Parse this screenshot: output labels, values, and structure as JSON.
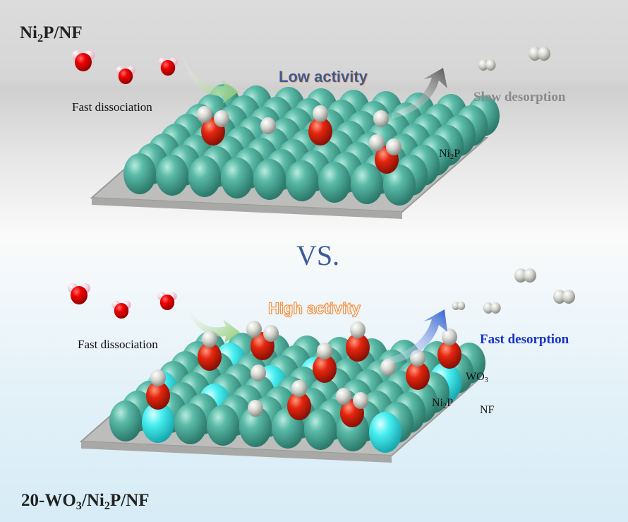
{
  "panels": {
    "top": {
      "title_main": "Ni",
      "title_sub": "2",
      "title_rest": "P/NF",
      "dissociation": "Fast dissociation",
      "activity": "Low activity",
      "desorption": "Slow desorption",
      "material_main": "Ni",
      "material_sub": "2",
      "material_rest": "P"
    },
    "comparison": "VS.",
    "bottom": {
      "title_a": "20-WO",
      "title_sub1": "3",
      "title_b": "/Ni",
      "title_sub2": "2",
      "title_c": "P/NF",
      "dissociation": "Fast dissociation",
      "activity": "High activity",
      "desorption": "Fast desorption",
      "wo3_main": "WO",
      "wo3_sub": "3",
      "ni2p_main": "Ni",
      "ni2p_sub": "2",
      "ni2p_rest": "P",
      "nf": "NF"
    }
  },
  "colors": {
    "ni2p_atom": "#4fae9c",
    "wo3_atom": "#3fe6ea",
    "oxygen": "#e0200e",
    "hydrogen": "#d9d9d4",
    "low_activity": "#3b5a95",
    "high_activity": "#f08a3a",
    "fast_desorption": "#1832c8",
    "slow_desorption": "#8a8a8a"
  }
}
